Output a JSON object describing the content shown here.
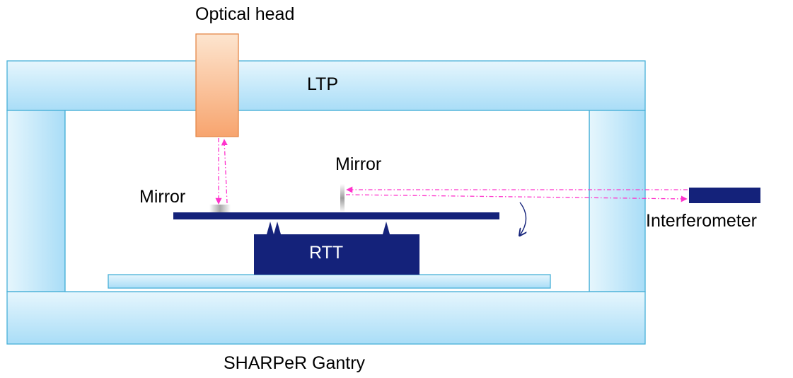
{
  "labels": {
    "optical_head": "Optical head",
    "ltp": "LTP",
    "mirror_left": "Mirror",
    "mirror_top": "Mirror",
    "interferometer": "Interferometer",
    "rtt": "RTT",
    "gantry": "SHARPeR Gantry"
  },
  "colors": {
    "frame_blue_light": "#daf2fc",
    "frame_blue_dark": "#aee0f8",
    "frame_border": "#48b0d8",
    "navy": "#14227a",
    "optical_head_top": "#fde2c8",
    "optical_head_bottom": "#f8a873",
    "optical_head_border": "#e58748",
    "beam": "#ff33cc",
    "mirror_gray": "#b0b0b0"
  }
}
